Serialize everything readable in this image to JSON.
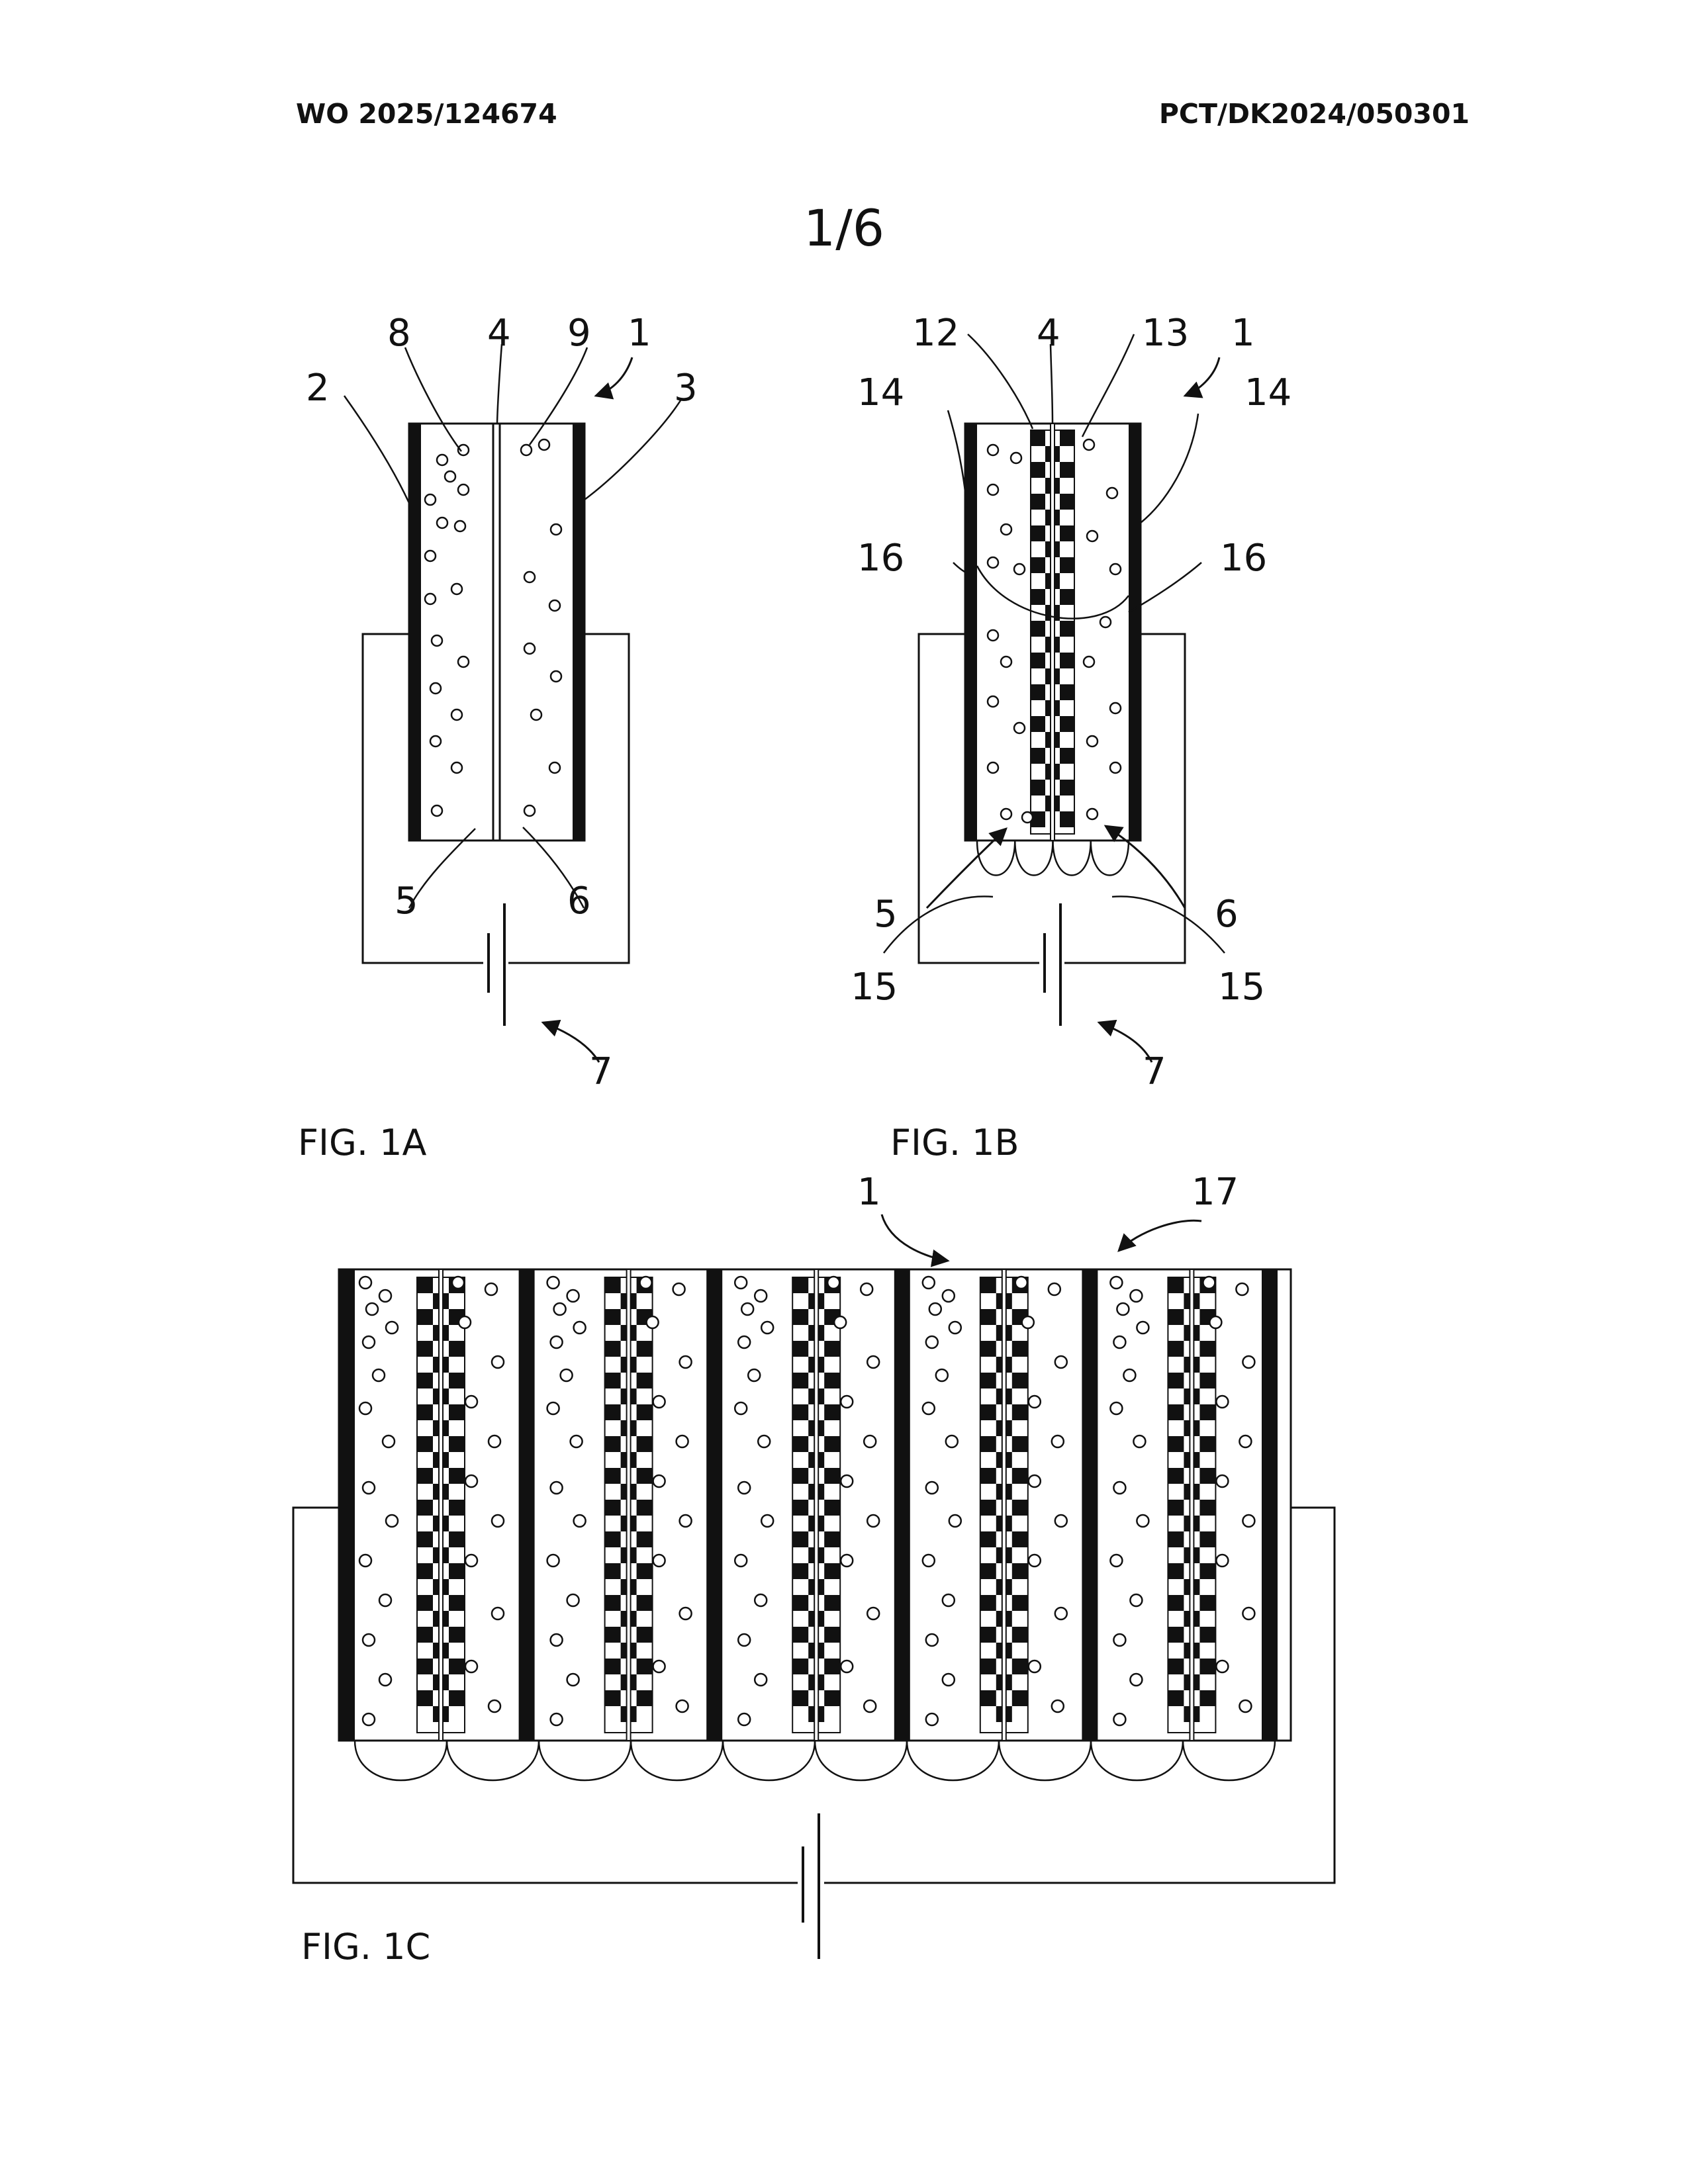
{
  "header": {
    "publication_number": "WO 2025/124674",
    "application_number": "PCT/DK2024/050301"
  },
  "sheet_number": "1/6",
  "figures": {
    "fig1a": {
      "caption": "FIG. 1A",
      "labels": {
        "cell": "1",
        "electrode_left": "2",
        "electrode_right": "3",
        "membrane": "4",
        "chamber_left": "5",
        "chamber_right": "6",
        "power_source": "7",
        "particles_left": "8",
        "particles_right": "9"
      }
    },
    "fig1b": {
      "caption": "FIG. 1B",
      "labels": {
        "cell": "1",
        "membrane": "4",
        "chamber_left": "5",
        "chamber_right": "6",
        "power_source": "7",
        "layer_left": "12",
        "layer_right": "13",
        "electrode_left": "14",
        "electrode_right": "14",
        "connector_left": "15",
        "connector_right": "15",
        "interface_left": "16",
        "interface_right": "16"
      }
    },
    "fig1c": {
      "caption": "FIG. 1C",
      "labels": {
        "cell": "1",
        "stack": "17"
      }
    }
  },
  "colors": {
    "ink": "#111111",
    "paper": "#ffffff"
  }
}
